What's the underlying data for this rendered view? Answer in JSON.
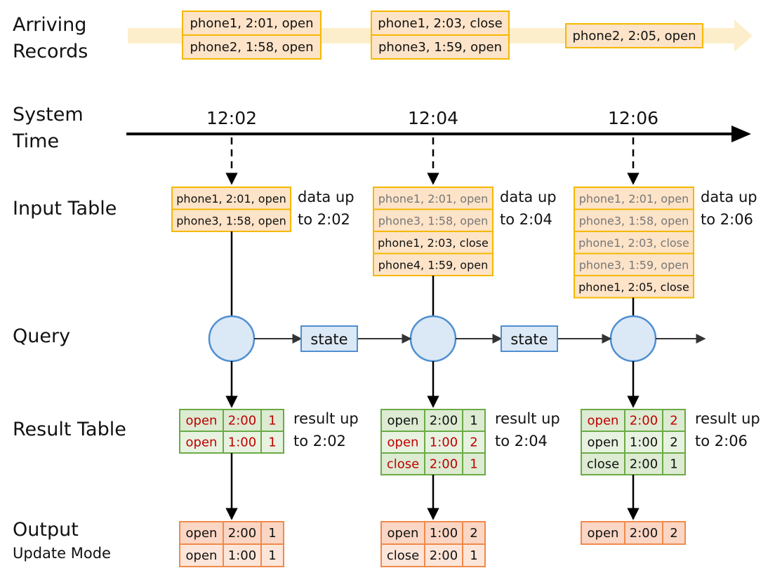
{
  "row_labels": {
    "arriving": [
      "Arriving",
      "Records"
    ],
    "system_time": [
      "System",
      "Time"
    ],
    "input_table": "Input Table",
    "query": "Query",
    "result_table": "Result Table",
    "output": "Output",
    "output_mode": "Update Mode"
  },
  "arriving_batches": [
    {
      "records": [
        "phone1, 2:01, open",
        "phone2, 1:58, open"
      ]
    },
    {
      "records": [
        "phone1, 2:03, close",
        "phone3, 1:59, open"
      ]
    },
    {
      "records": [
        "phone2, 2:05, open"
      ]
    }
  ],
  "time_ticks": [
    "12:02",
    "12:04",
    "12:06"
  ],
  "state_label": "state",
  "columns": [
    {
      "input_rows": [
        {
          "text": "phone1, 2:01, open",
          "old": false
        },
        {
          "text": "phone3, 1:58, open",
          "old": false
        }
      ],
      "input_note": [
        "data up",
        "to 2:02"
      ],
      "result_rows": [
        {
          "cells": [
            "open",
            "2:00",
            "1"
          ],
          "changed": true
        },
        {
          "cells": [
            "open",
            "1:00",
            "1"
          ],
          "changed": true
        }
      ],
      "result_note": [
        "result up",
        "to 2:02"
      ],
      "output_rows": [
        [
          "open",
          "2:00",
          "1"
        ],
        [
          "open",
          "1:00",
          "1"
        ]
      ]
    },
    {
      "input_rows": [
        {
          "text": "phone1, 2:01, open",
          "old": true
        },
        {
          "text": "phone3, 1:58, open",
          "old": true
        },
        {
          "text": "phone1, 2:03, close",
          "old": false
        },
        {
          "text": "phone4, 1:59, open",
          "old": false
        }
      ],
      "input_note": [
        "data up",
        "to 2:04"
      ],
      "result_rows": [
        {
          "cells": [
            "open",
            "2:00",
            "1"
          ],
          "changed": false
        },
        {
          "cells": [
            "open",
            "1:00",
            "2"
          ],
          "changed": true
        },
        {
          "cells": [
            "close",
            "2:00",
            "1"
          ],
          "changed": true
        }
      ],
      "result_note": [
        "result up",
        "to 2:04"
      ],
      "output_rows": [
        [
          "open",
          "1:00",
          "2"
        ],
        [
          "close",
          "2:00",
          "1"
        ]
      ]
    },
    {
      "input_rows": [
        {
          "text": "phone1, 2:01, open",
          "old": true
        },
        {
          "text": "phone3, 1:58, open",
          "old": true
        },
        {
          "text": "phone1, 2:03, close",
          "old": true
        },
        {
          "text": "phone3, 1:59, open",
          "old": true
        },
        {
          "text": "phone1, 2:05, close",
          "old": false
        }
      ],
      "input_note": [
        "data up",
        "to 2:06"
      ],
      "result_rows": [
        {
          "cells": [
            "open",
            "2:00",
            "2"
          ],
          "changed": true
        },
        {
          "cells": [
            "open",
            "1:00",
            "2"
          ],
          "changed": false
        },
        {
          "cells": [
            "close",
            "2:00",
            "1"
          ],
          "changed": false
        }
      ],
      "result_note": [
        "result up",
        "to 2:06"
      ],
      "output_rows": [
        [
          "open",
          "2:00",
          "2"
        ]
      ]
    }
  ],
  "colors": {
    "arrow_band": "#fdeecb",
    "record_fill": "#fde3c8",
    "record_border": "#f5b800",
    "input_fill": "#fde3c8",
    "input_border": "#f5b800",
    "node_fill": "#dbe8f6",
    "node_border": "#4f8fd0",
    "state_fill": "#dbe8f6",
    "state_border": "#4f8fd0",
    "result_fill": "#dcebd2",
    "result_fill_alt": "#e8f2e0",
    "result_border": "#6aab45",
    "output_fill": "#fbd6c4",
    "output_fill_alt": "#fde6d9",
    "output_border": "#f08a4b",
    "changed_text": "#c00000",
    "old_text": "#777777"
  }
}
